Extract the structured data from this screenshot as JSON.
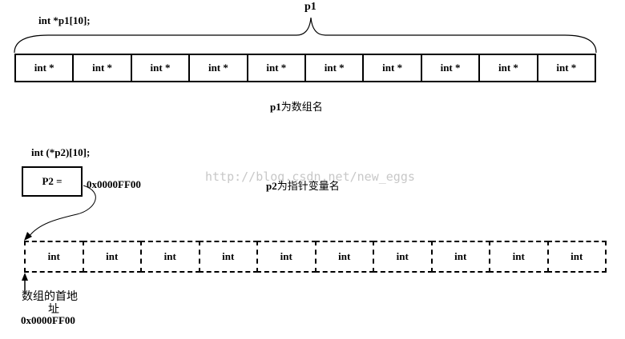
{
  "top": {
    "decl": "int  *p1[10];",
    "label": "p1",
    "caption_var": "p1",
    "caption_rest": "为数组名",
    "cells": [
      "int *",
      "int *",
      "int *",
      "int *",
      "int *",
      "int *",
      "int *",
      "int *",
      "int *",
      "int *"
    ]
  },
  "bottom": {
    "decl": "int  (*p2)[10];",
    "box_label": "P2 =",
    "address": "0x0000FF00",
    "caption_var": "p2",
    "caption_rest": "为指针变量名",
    "cells": [
      "int",
      "int",
      "int",
      "int",
      "int",
      "int",
      "int",
      "int",
      "int",
      "int"
    ],
    "note_line1": "数组的首地",
    "note_line2": "址",
    "note_address": "0x0000FF00"
  },
  "watermark": "http://blog.csdn.net/new_eggs"
}
